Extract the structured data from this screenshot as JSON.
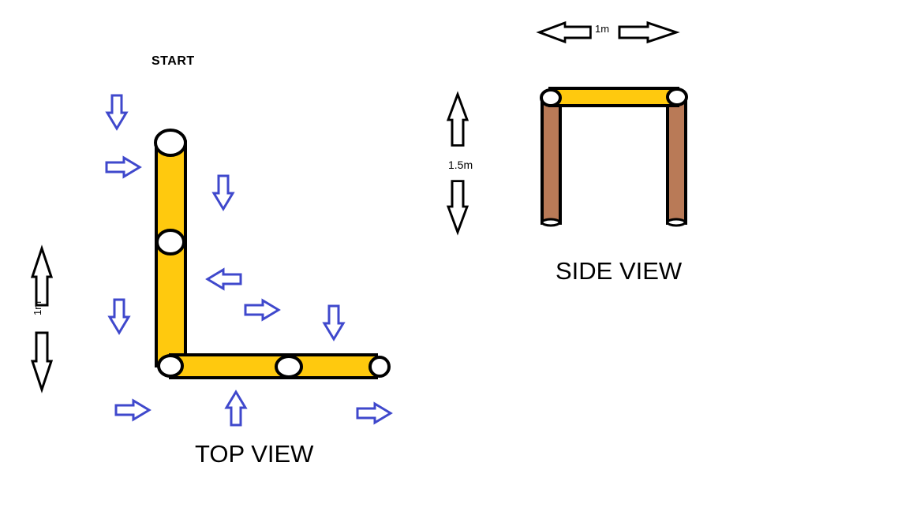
{
  "labels": {
    "start": "START",
    "top_view": "TOP VIEW",
    "side_view": "SIDE VIEW",
    "dim_side_width": "1m",
    "dim_side_height": "1.5m",
    "dim_top_left": "1m"
  },
  "colors": {
    "beam": "#ffc90e",
    "leg": "#b97a57",
    "flow_arrow": "#3f48cc",
    "outline": "#000000",
    "background": "#ffffff"
  },
  "icons": {
    "flow_arrow": "blue-outline-arrow-icon",
    "dimension_arrow": "black-outline-double-arrow-icon"
  }
}
